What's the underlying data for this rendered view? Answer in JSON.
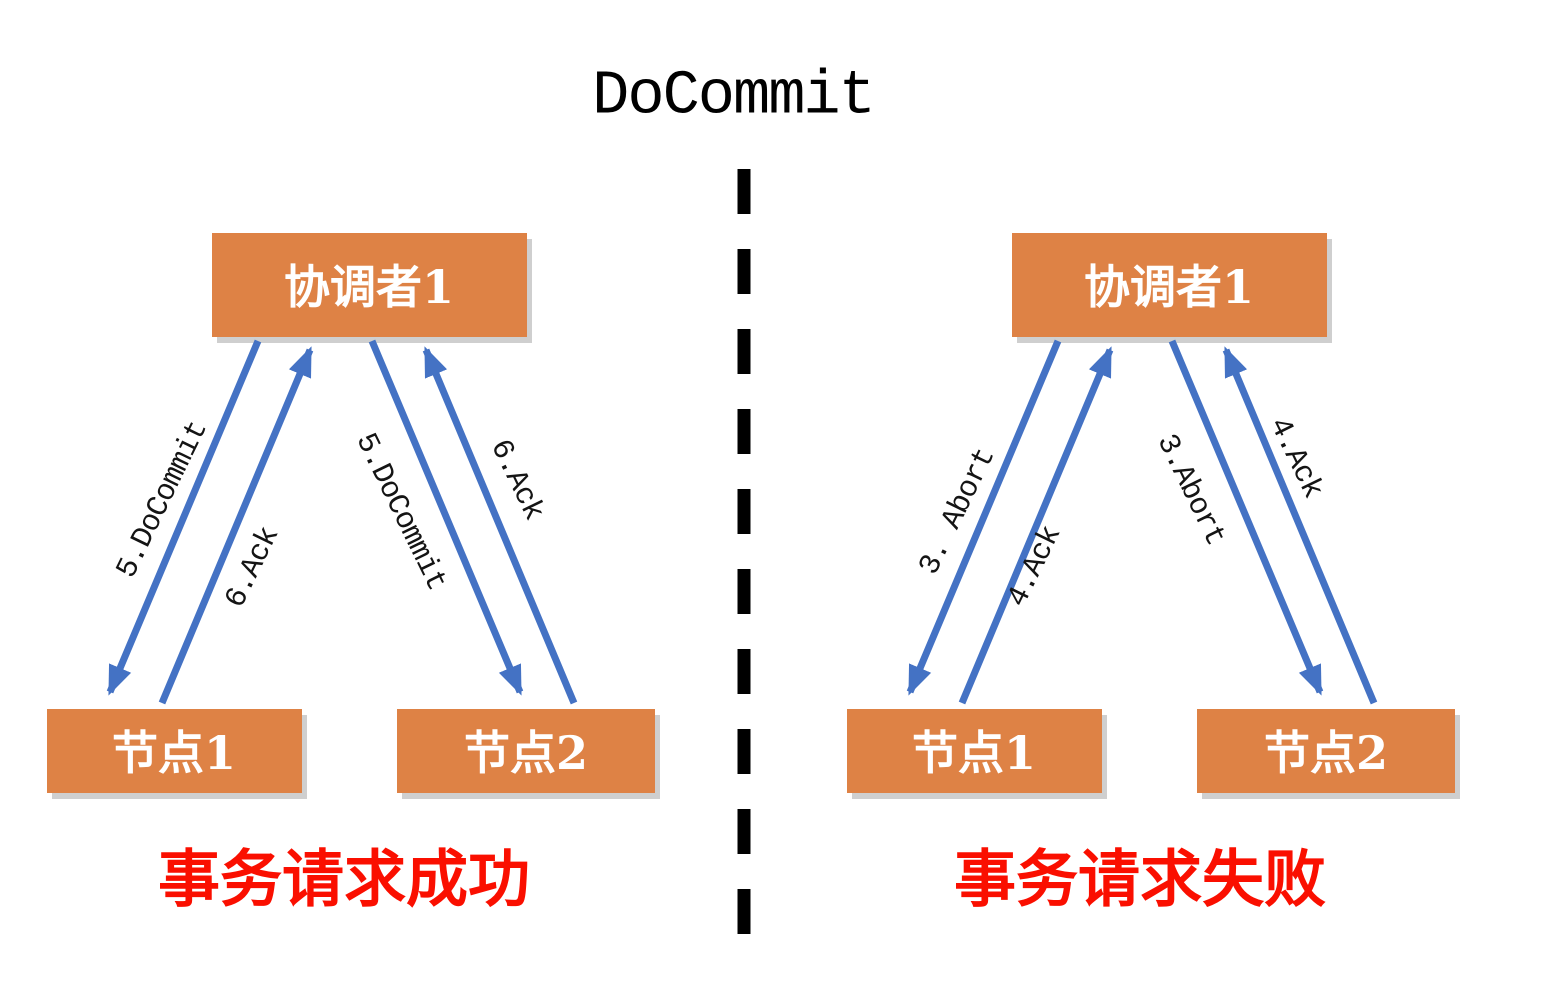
{
  "title": "DoCommit",
  "colors": {
    "box_orange": "#DE8245",
    "arrow_blue": "#4472C4",
    "caption_red": "#FA0F00",
    "divider_black": "#000000",
    "box_text_white": "#ffffff"
  },
  "left_panel": {
    "coordinator": "协调者1",
    "node1": "节点1",
    "node2": "节点2",
    "caption": "事务请求成功",
    "arrow_labels": {
      "to_node1": "5.DoCommit",
      "from_node1": "6.Ack",
      "to_node2": "5.DoCommit",
      "from_node2": "6.Ack"
    }
  },
  "right_panel": {
    "coordinator": "协调者1",
    "node1": "节点1",
    "node2": "节点2",
    "caption": "事务请求失败",
    "arrow_labels": {
      "to_node1": "3. Abort",
      "from_node1": "4.Ack",
      "to_node2": "3.Abort",
      "from_node2": "4.Ack"
    }
  }
}
